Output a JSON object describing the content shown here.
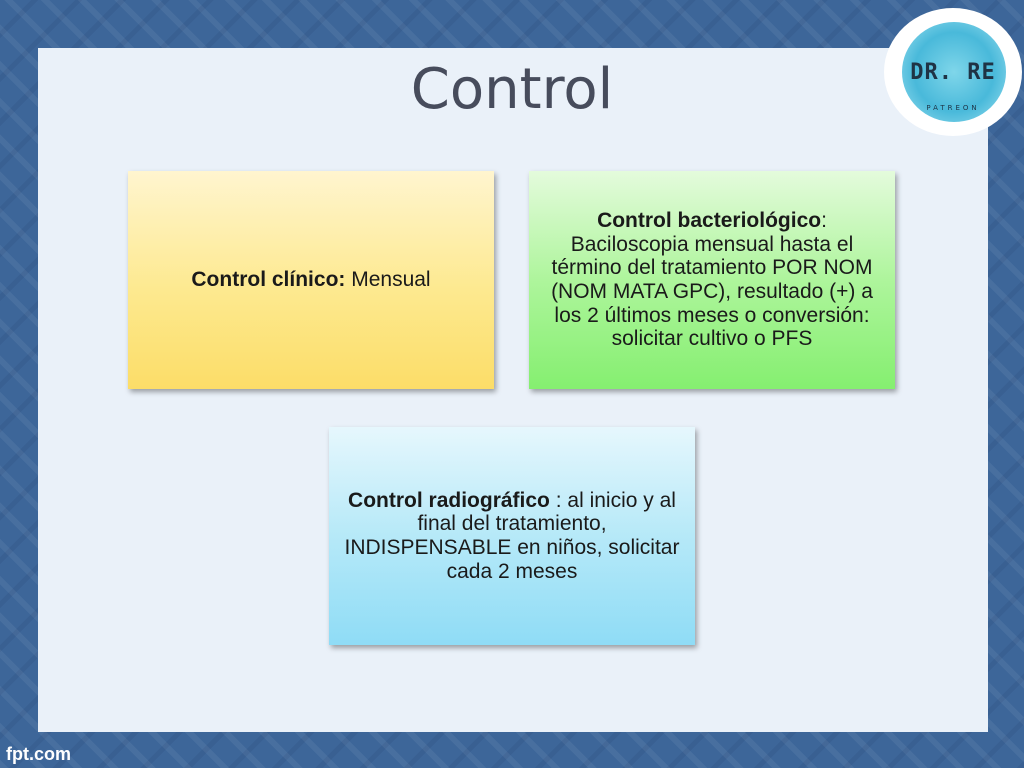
{
  "slide": {
    "title": "Control"
  },
  "logo": {
    "main": "DR. RE",
    "sub": "PATREON"
  },
  "boxes": {
    "clinical": {
      "heading": "Control clínico:",
      "body": " Mensual"
    },
    "bacteriological": {
      "heading": "Control bacteriológico",
      "body": ": Baciloscopia mensual hasta el término del tratamiento POR NOM (NOM MATA GPC), resultado (+) a los 2 últimos meses o conversión: solicitar cultivo o PFS"
    },
    "radiographic": {
      "heading": "Control radiográfico",
      "body": " : al inicio y al final del tratamiento, INDISPENSABLE en niños, solicitar cada 2 meses"
    }
  },
  "watermark": "fpt.com",
  "colors": {
    "background": "#3d6699",
    "slide": "#eaf1f9",
    "title": "#474c5c",
    "box_yellow": "#fde98f",
    "box_green": "#aef59c",
    "box_blue": "#b6e9f8"
  }
}
